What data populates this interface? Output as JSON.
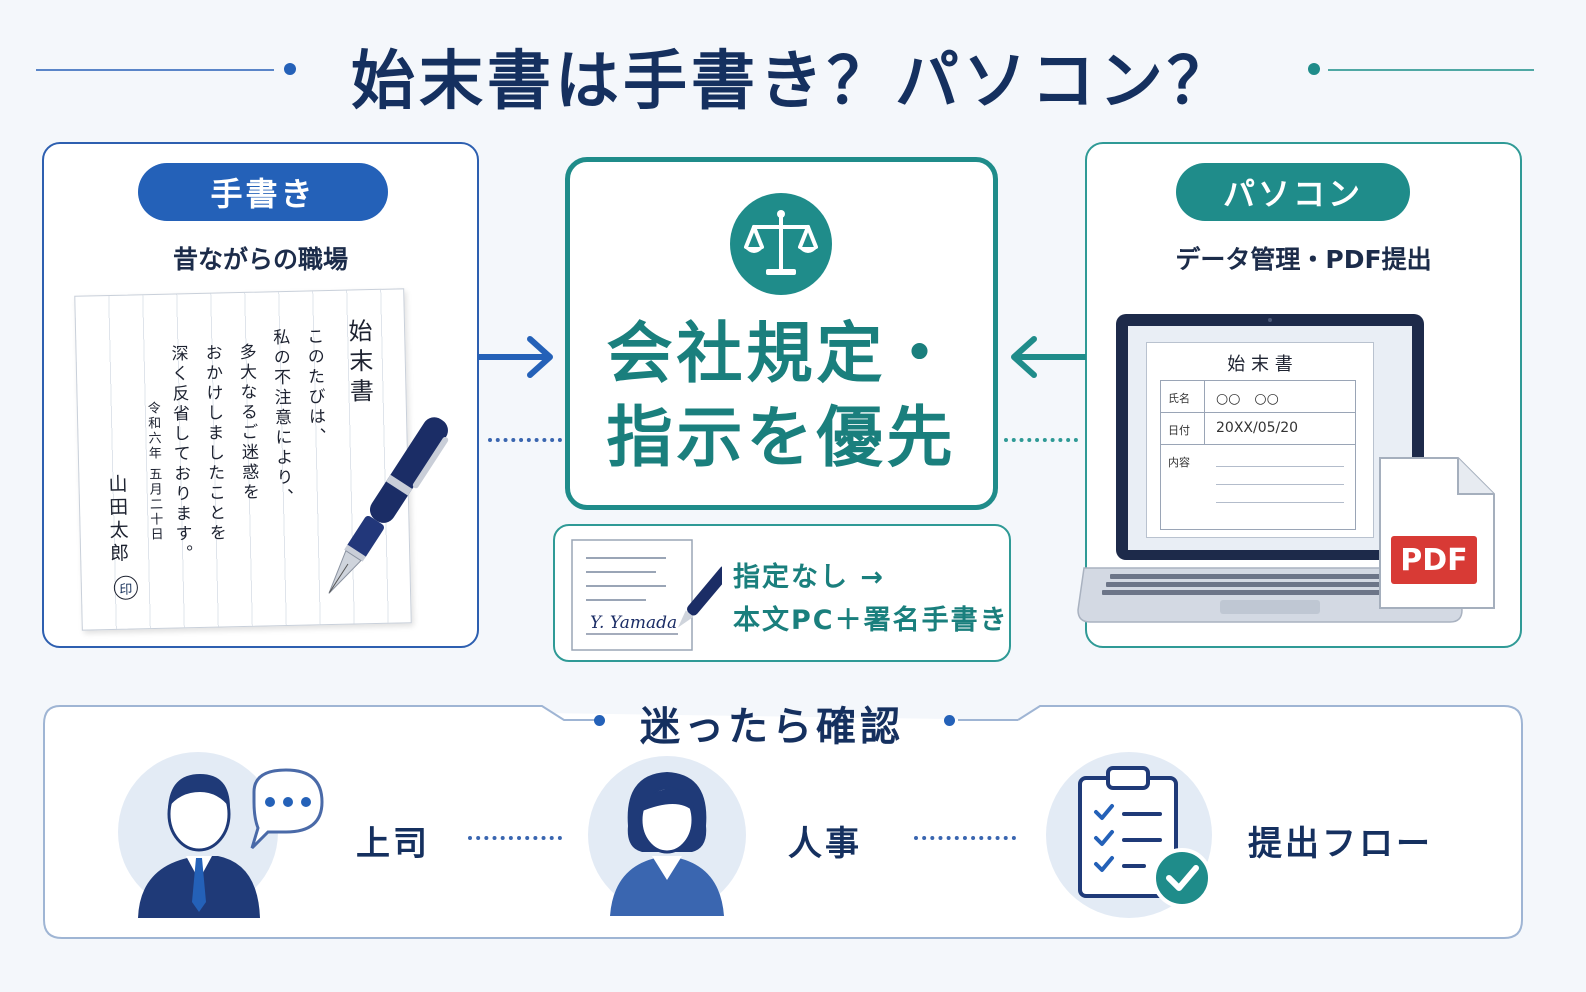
{
  "title": "始末書は手書き？パソコン？",
  "colors": {
    "navy": "#15305f",
    "blue": "#2461b8",
    "teal": "#1f8c8a",
    "red": "#d83a35"
  },
  "handwritten": {
    "label": "手書き",
    "caption": "昔ながらの職場",
    "letter": {
      "heading": "始末書",
      "lines": [
        "このたびは、",
        "私の不注意により、",
        "多大なるご迷惑を",
        "おかけしましたことを",
        "深く反省しております。"
      ],
      "date": "令和六年 五月二十日",
      "signer": "山田太郎",
      "seal": "印"
    }
  },
  "pc": {
    "label": "パソコン",
    "caption": "データ管理・PDF提出",
    "doc": {
      "heading": "始 末 書",
      "rows": [
        {
          "label": "氏名",
          "value": "○○　○○"
        },
        {
          "label": "日付",
          "value": "20XX/05/20"
        },
        {
          "label": "内容",
          "value": ""
        }
      ]
    },
    "file_badge": "PDF"
  },
  "center": {
    "icon": "scales-icon",
    "line1": "会社規定・",
    "line2": "指示を優先"
  },
  "mixed": {
    "line1": "指定なし →",
    "line2": "本文PC＋署名手書き",
    "signature": "Y. Yamada"
  },
  "confirm": {
    "title": "迷ったら確認",
    "steps": [
      {
        "label": "上司",
        "icon": "boss-icon"
      },
      {
        "label": "人事",
        "icon": "hr-staff-icon"
      },
      {
        "label": "提出フロー",
        "icon": "clipboard-check-icon"
      }
    ]
  }
}
